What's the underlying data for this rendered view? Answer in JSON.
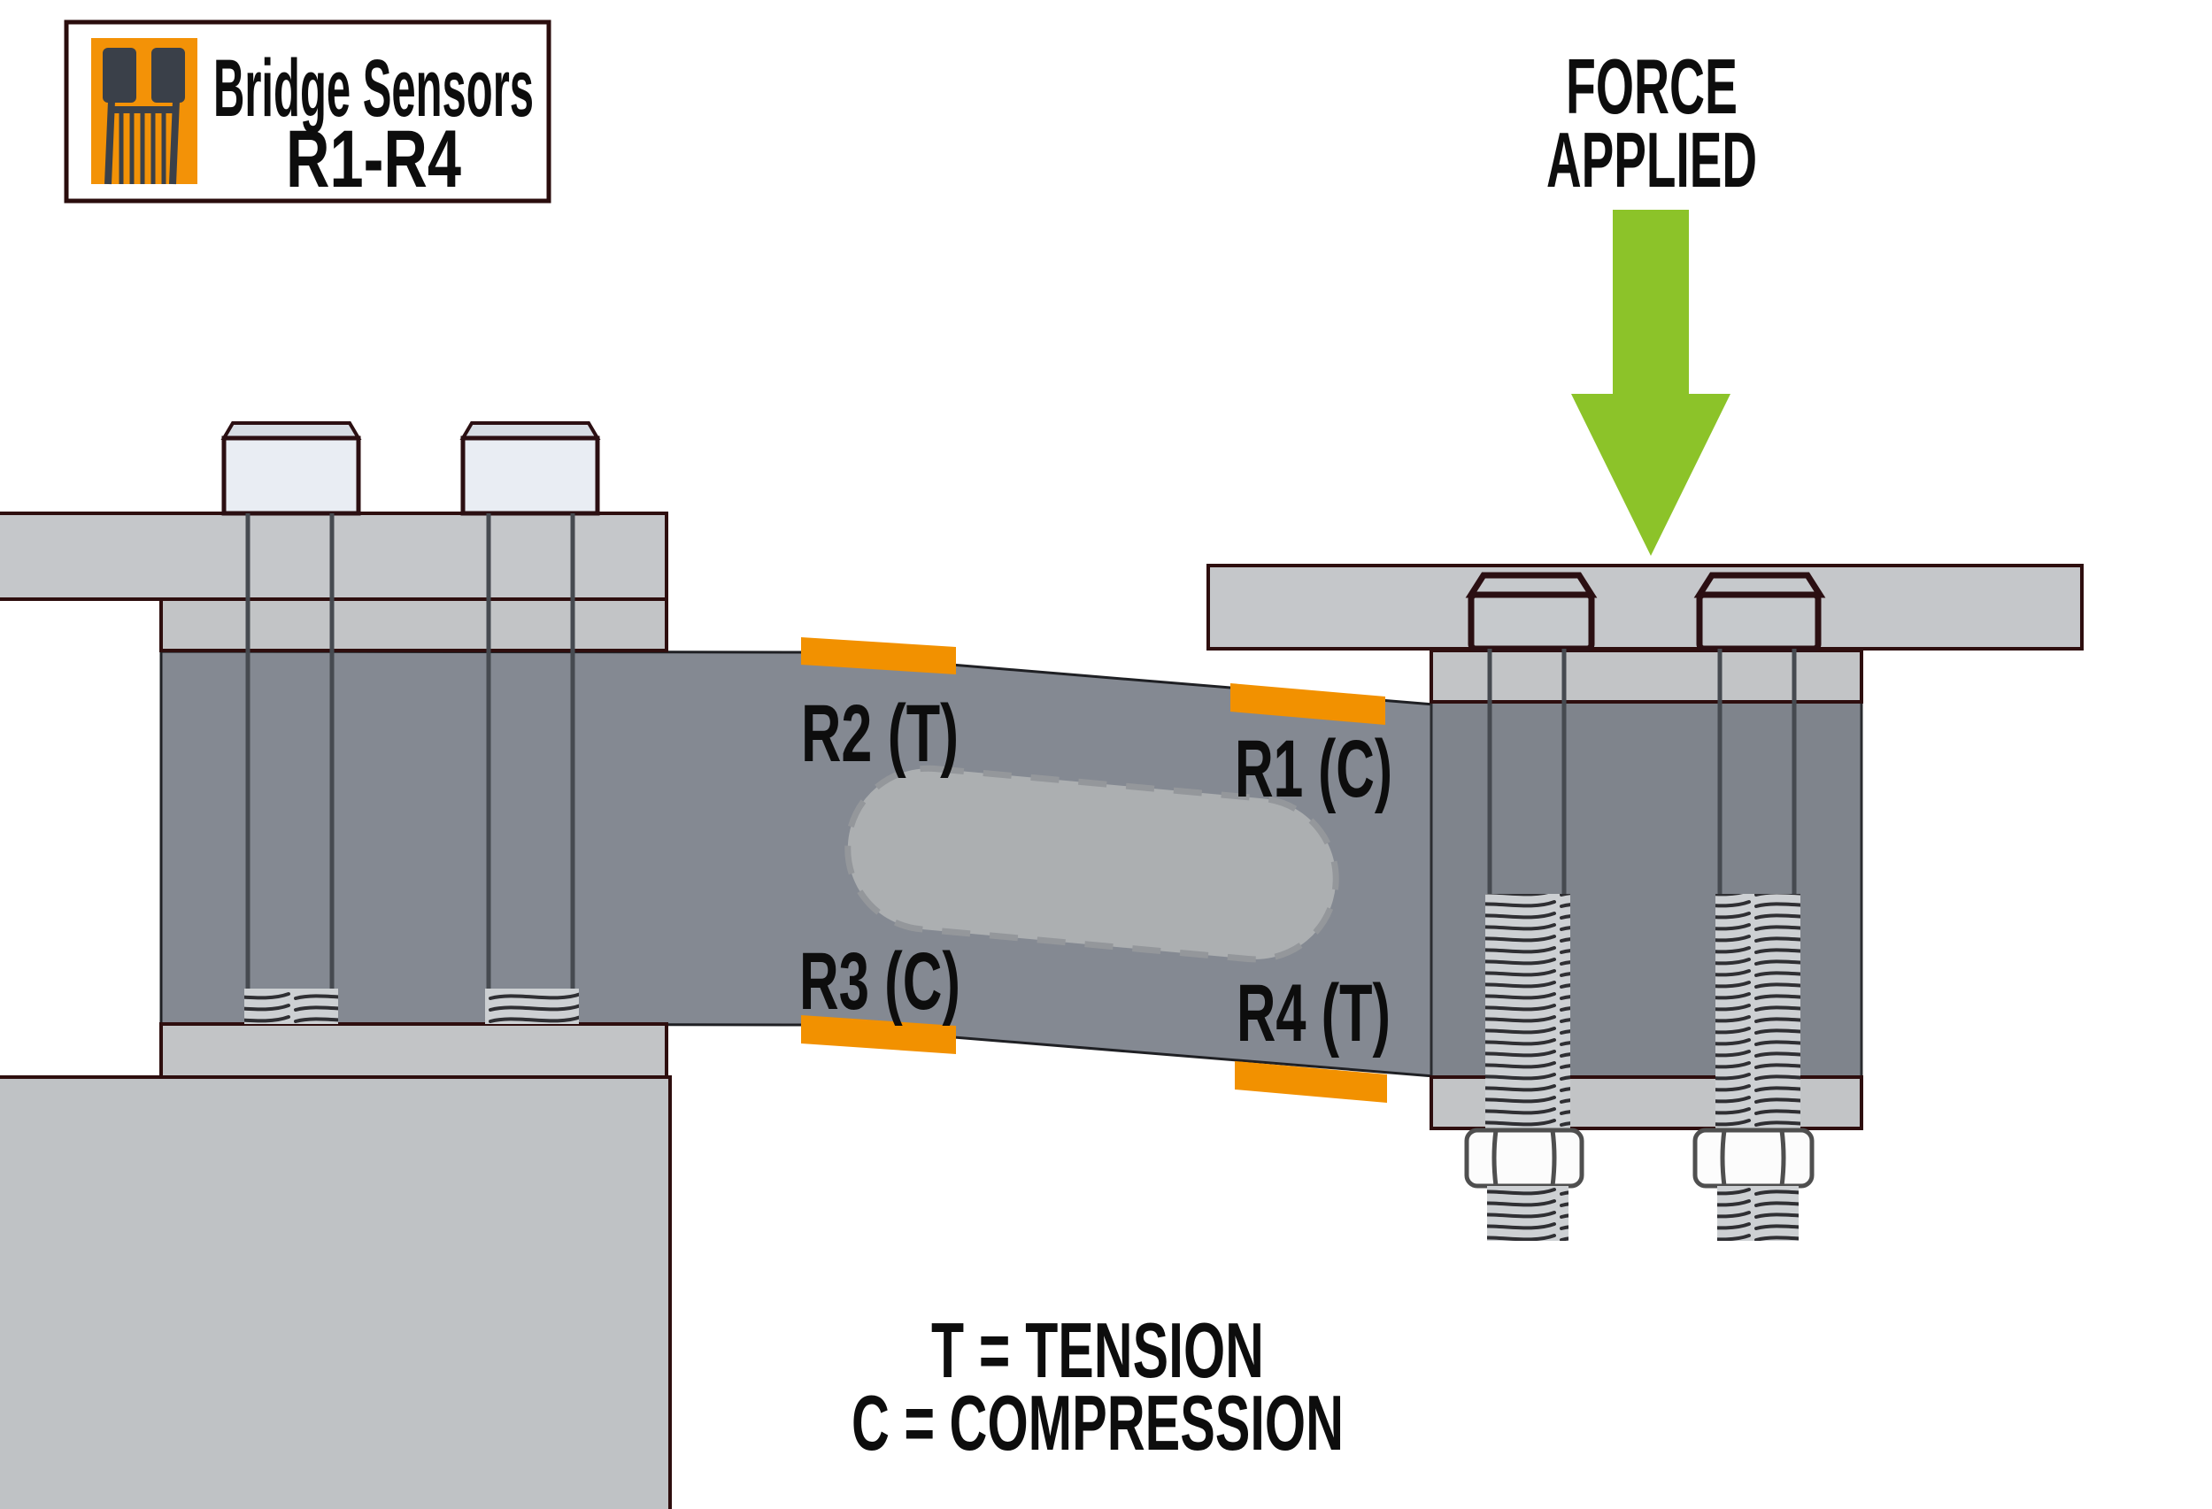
{
  "legend": {
    "icon": "strain-gauge-icon",
    "title_line1": "Bridge Sensors",
    "title_line2": "R1-R4"
  },
  "force_label": {
    "line1": "FORCE",
    "line2": "APPLIED"
  },
  "gauges": {
    "r1": {
      "label": "R1 (C)",
      "mode": "compression"
    },
    "r2": {
      "label": "R2 (T)",
      "mode": "tension"
    },
    "r3": {
      "label": "R3 (C)",
      "mode": "compression"
    },
    "r4": {
      "label": "R4 (T)",
      "mode": "tension"
    }
  },
  "key": {
    "line1": "T = TENSION",
    "line2": "C = COMPRESSION"
  },
  "colors": {
    "gauge_orange": "#F29100",
    "arrow_green": "#8CC329",
    "beam_gray": "#848992",
    "anchor_block_gray": "#7F848C",
    "plate_gray": "#C5C7CA",
    "cutout_gray": "#ACAFB1",
    "outline_maroon": "#2E0E0E",
    "text_black": "#0D0D0D"
  }
}
